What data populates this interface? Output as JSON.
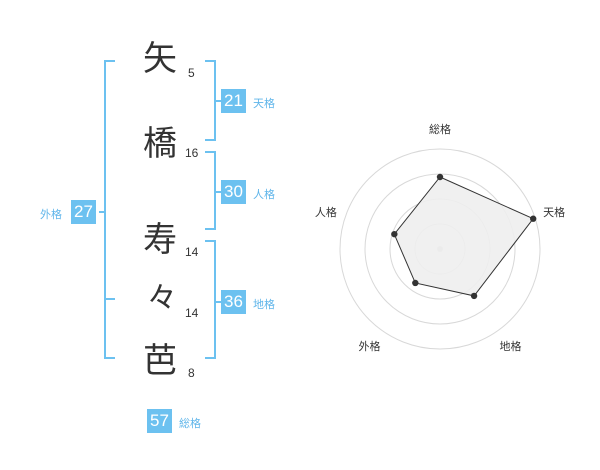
{
  "name": {
    "characters": [
      {
        "char": "矢",
        "strokes": "5"
      },
      {
        "char": "橋",
        "strokes": "16"
      },
      {
        "char": "寿",
        "strokes": "14"
      },
      {
        "char": "々",
        "strokes": "14"
      },
      {
        "char": "芭",
        "strokes": "8"
      }
    ]
  },
  "fortunes": {
    "tenkaku": {
      "value": "21",
      "label": "天格"
    },
    "jinkaku": {
      "value": "30",
      "label": "人格"
    },
    "chikaku": {
      "value": "36",
      "label": "地格"
    },
    "gaikaku": {
      "value": "27",
      "label": "外格"
    },
    "soukaku": {
      "value": "57",
      "label": "総格"
    }
  },
  "radar": {
    "axes": [
      "総格",
      "天格",
      "地格",
      "外格",
      "人格"
    ],
    "values": [
      3.6,
      4.9,
      2.9,
      2.1,
      2.4
    ],
    "max": 5
  },
  "colors": {
    "bracket": "#6cc1f0",
    "badge": "#6cc1f0",
    "badge_label": "#5fb5ea",
    "radar_fill": "#eeeeee",
    "radar_line": "#333333"
  }
}
